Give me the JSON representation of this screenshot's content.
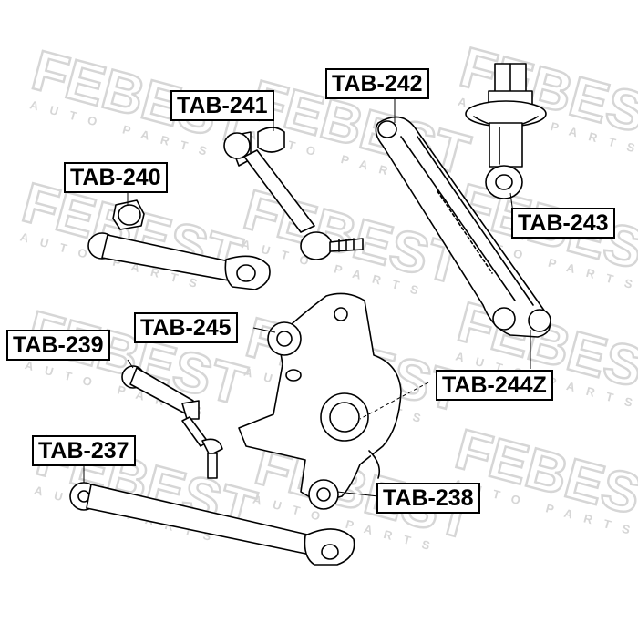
{
  "watermark": {
    "brand": "FEBEST",
    "tagline": "AUTO PARTS"
  },
  "labels": {
    "tab_240": "TAB-240",
    "tab_241": "TAB-241",
    "tab_242": "TAB-242",
    "tab_243": "TAB-243",
    "tab_245": "TAB-245",
    "tab_244z": "TAB-244Z",
    "tab_239": "TAB-239",
    "tab_237": "TAB-237",
    "tab_238": "TAB-238"
  },
  "colors": {
    "line": "#000000",
    "watermark": "#d9d9d9",
    "background": "#ffffff"
  }
}
